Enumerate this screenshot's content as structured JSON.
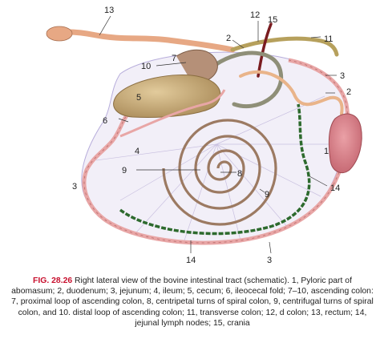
{
  "labels": {
    "l13": "13",
    "l12": "12",
    "l15": "15",
    "l11": "11",
    "l2a": "2",
    "l10": "10",
    "l7": "7",
    "l3a": "3",
    "l2b": "2",
    "l5": "5",
    "l6": "6",
    "l4": "4",
    "l1": "1",
    "l9a": "9",
    "l8": "8",
    "l3b": "3",
    "l9b": "9",
    "l14a": "14",
    "l3c": "3",
    "l14b": "14"
  },
  "caption": {
    "fig_label": "FIG. 28.26",
    "text": " Right lateral view of the bovine intestinal tract (schematic). 1, Pyloric part of abomasum; 2, duodenum; 3, jejunum; 4, ileum; 5, cecum; 6, ileocecal fold; 7–10, ascending colon: 7, proximal loop of ascending colon, 8, centripetal turns of spiral colon, 9, centrifugal turns of spiral colon, and 10. distal loop of ascending colon; 11, transverse colon; 12, d colon; 13, rectum; 14, jejunal lymph nodes; 15, crania"
  },
  "colors": {
    "jejunum": "#e8a6a6",
    "mesentery": "#c9c0e0",
    "colon": "#b59078",
    "cecum": "#c7aa7a",
    "abomasum": "#d77e86",
    "lymph": "#2d6a2d",
    "duodenum": "#e9b48a",
    "artery": "#7a1c20",
    "caption_fig": "#c8102e"
  }
}
